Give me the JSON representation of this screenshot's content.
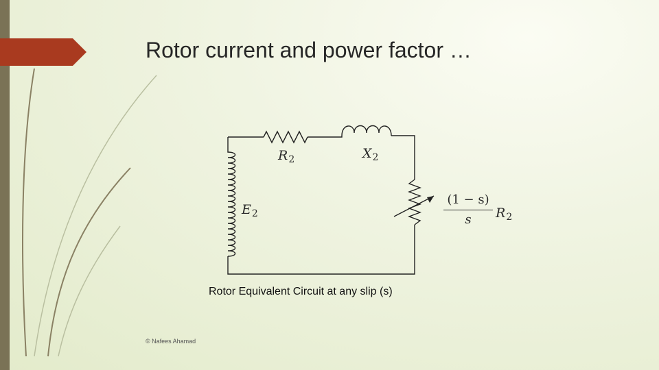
{
  "slide": {
    "title": "Rotor current and power factor …",
    "caption": "Rotor Equivalent Circuit at any slip (s)",
    "footer": "© Nafees Ahamad"
  },
  "circuit": {
    "labels": {
      "r2": {
        "symbol": "R",
        "subscript": "2"
      },
      "x2": {
        "symbol": "X",
        "subscript": "2"
      },
      "e2": {
        "symbol": "E",
        "subscript": "2"
      },
      "load": {
        "numerator": "(1 − s)",
        "denominator": "s",
        "symbol": "R",
        "subscript": "2"
      }
    }
  },
  "colors": {
    "accent": "#a93a1f",
    "left_bar": "#7a7256",
    "decor_line": "#8a8164",
    "circuit_line": "#222222"
  }
}
